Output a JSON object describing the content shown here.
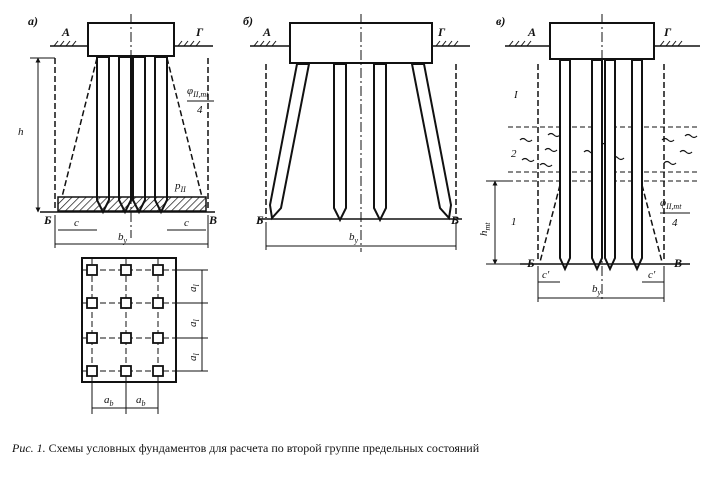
{
  "panels": {
    "a": {
      "letter": "а)",
      "A": "А",
      "G": "Г",
      "B": "Б",
      "V": "В",
      "h": "h",
      "c_left": "c",
      "c_right": "c",
      "b": "b",
      "b_sub": "y",
      "phi": "φ",
      "phi_sub": "II,mt",
      "frac_den": "4",
      "p": "p",
      "p_sub": "II"
    },
    "b": {
      "letter": "б)",
      "A": "А",
      "G": "Г",
      "B": "Б",
      "V": "В",
      "b": "b",
      "b_sub": "y"
    },
    "v": {
      "letter": "в)",
      "A": "А",
      "G": "Г",
      "B": "Б",
      "V": "В",
      "layer1_top": "I",
      "layer2": "2",
      "layer1_bottom": "1",
      "h": "h",
      "h_sub": "mt",
      "c_left": "c'",
      "c_right": "c'",
      "b": "b",
      "b_sub": "y",
      "phi": "φ",
      "phi_sub": "II,mt",
      "frac_den": "4"
    },
    "plan": {
      "a_sym": "a",
      "a_sub": "l",
      "ab_sym": "a",
      "ab_sub": "b"
    }
  },
  "caption": {
    "lead": "Рис. 1.",
    "text": "Схемы условных фундаментов для расчета по второй группе предельных состояний"
  }
}
